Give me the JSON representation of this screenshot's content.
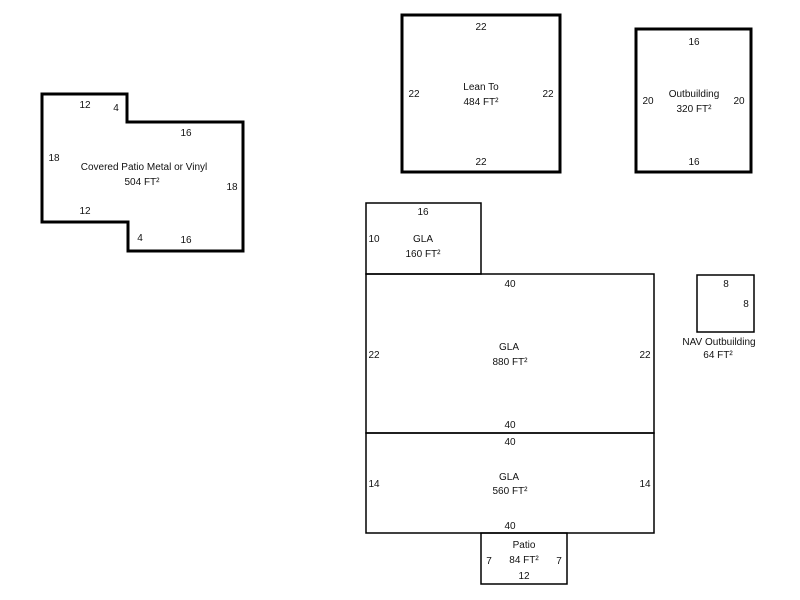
{
  "areas": {
    "covered_patio": {
      "name": "Covered Patio Metal or Vinyl",
      "area": "504 FT²",
      "dims": [
        "12",
        "4",
        "16",
        "18",
        "18",
        "12",
        "4",
        "16"
      ]
    },
    "lean_to": {
      "name": "Lean To",
      "area": "484 FT²",
      "dims": [
        "22",
        "22",
        "22",
        "22"
      ]
    },
    "outbuilding": {
      "name": "Outbuilding",
      "area": "320 FT²",
      "dims": [
        "16",
        "20",
        "20",
        "16"
      ]
    },
    "gla_small": {
      "name": "GLA",
      "area": "160 FT²",
      "dims": [
        "16",
        "10"
      ]
    },
    "gla_main": {
      "name": "GLA",
      "area": "880 FT²",
      "dims": [
        "40",
        "22",
        "22",
        "40"
      ]
    },
    "gla_lower": {
      "name": "GLA",
      "area": "560 FT²",
      "dims": [
        "40",
        "14",
        "14",
        "40"
      ]
    },
    "patio": {
      "name": "Patio",
      "area": "84 FT²",
      "dims": [
        "7",
        "7",
        "12"
      ]
    },
    "nav_outbuilding": {
      "name": "NAV Outbuilding",
      "area": "64 FT²",
      "dims": [
        "8",
        "8"
      ]
    }
  }
}
